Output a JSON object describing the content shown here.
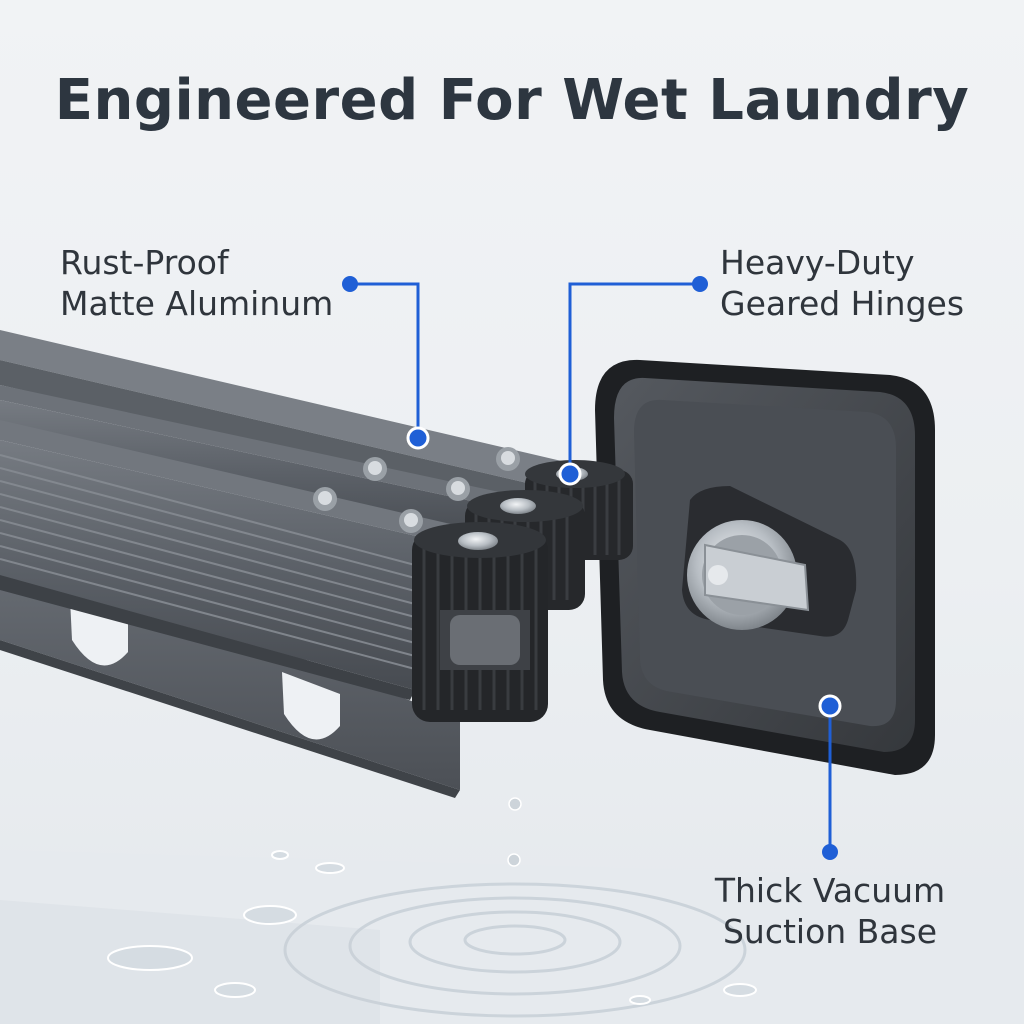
{
  "title": "Engineered For Wet Laundry",
  "callouts": {
    "aluminum": {
      "line1": "Rust-Proof",
      "line2": "Matte Aluminum",
      "icon": "aluminum-profile-icon"
    },
    "hinges": {
      "line1": "Heavy-Duty",
      "line2": "Geared Hinges",
      "icon": "gear-hinge-icon"
    },
    "base": {
      "line1": "Thick Vacuum",
      "line2": "Suction Base",
      "icon": "suction-cup-icon"
    }
  },
  "colors": {
    "title": "#2d3640",
    "accent": "#1f5fd6",
    "aluminum": "#5b6067",
    "gear": "#2f3236",
    "base": "#3e4146"
  }
}
